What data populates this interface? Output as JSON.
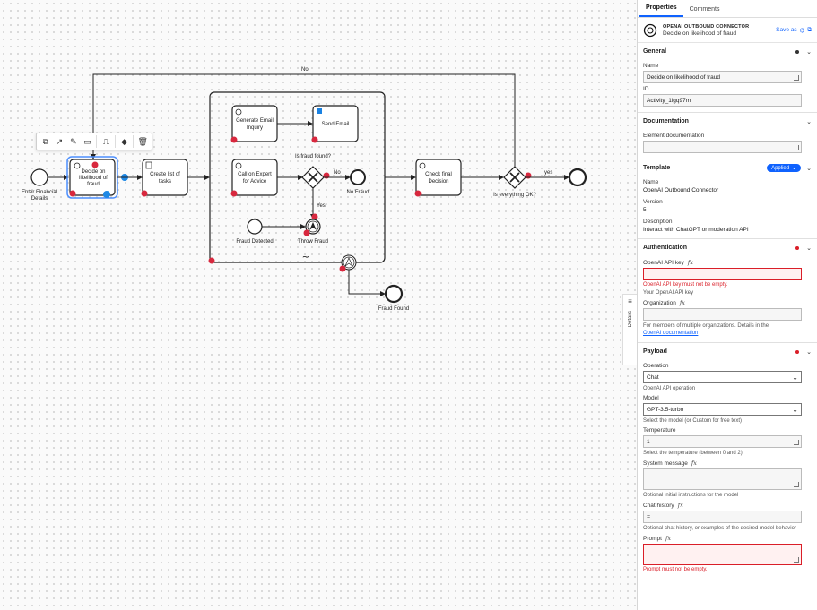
{
  "diagram": {
    "labels": {
      "start": [
        "Enter Financial",
        "Details"
      ],
      "decide": [
        "Decide on",
        "likelihood of",
        "fraud"
      ],
      "create_list": [
        "Create list of",
        "tasks"
      ],
      "generate_email": [
        "Generate Email",
        "Inquiry"
      ],
      "send_email": [
        "Send Email"
      ],
      "call_expert": [
        "Call on Expert",
        "for Advice"
      ],
      "fraud_found_q": "Is fraud found?",
      "no_fraud": "No Fraud",
      "fraud_detected": "Fraud Detected",
      "throw_fraud": "Throw Fraud",
      "check_final": [
        "Check final",
        "Decision"
      ],
      "everything_ok": "Is everything OK?",
      "fraud_found_end": "Fraud Found",
      "flow_no_top": "No",
      "flow_no": "No",
      "flow_yes": "Yes",
      "flow_yes_end": "yes"
    },
    "colors": {
      "selected": "#4d90fe",
      "error": "#d8283e",
      "stroke": "#222"
    }
  },
  "context_pad": {
    "icons": [
      "append-icon",
      "connect-icon",
      "change-type-icon",
      "comment-icon",
      "path-icon",
      "color-icon",
      "delete-icon"
    ]
  },
  "details_handle": {
    "label": "Details"
  },
  "panel": {
    "tabs": [
      "Properties",
      "Comments"
    ],
    "header": {
      "type": "OPENAI OUTBOUND CONNECTOR",
      "name": "Decide on likelihood of fraud",
      "save_as": "Save as"
    },
    "general": {
      "title": "General",
      "name_label": "Name",
      "name_value": "Decide on likelihood of fraud",
      "id_label": "ID",
      "id_value": "Activity_1lgq97m"
    },
    "documentation": {
      "title": "Documentation",
      "element_doc_label": "Element documentation"
    },
    "template": {
      "title": "Template",
      "badge": "Applied",
      "name_label": "Name",
      "name_value": "OpenAI Outbound Connector",
      "version_label": "Version",
      "version_value": "5",
      "description_label": "Description",
      "description_value": "Interact with ChatGPT or moderation API"
    },
    "authentication": {
      "title": "Authentication",
      "api_key_label": "OpenAI API key",
      "api_key_error": "OpenAI API key must not be empty.",
      "api_key_hint": "Your OpenAI API key",
      "org_label": "Organization",
      "org_hint": "For members of multiple organizations. Details in the",
      "org_link": "OpenAI documentation"
    },
    "payload": {
      "title": "Payload",
      "operation_label": "Operation",
      "operation_value": "Chat",
      "operation_hint": "OpenAI API operation",
      "model_label": "Model",
      "model_value": "GPT-3.5-turbo",
      "model_hint": "Select the model (or Custom for free text)",
      "temperature_label": "Temperature",
      "temperature_value": "1",
      "temperature_hint": "Select the temperature (between 0 and 2)",
      "system_label": "System message",
      "system_hint": "Optional initial instructions for the model",
      "history_label": "Chat history",
      "history_value": "=",
      "history_hint": "Optional chat history, or examples of the desired model behavior",
      "prompt_label": "Prompt",
      "prompt_error": "Prompt must not be empty."
    }
  }
}
